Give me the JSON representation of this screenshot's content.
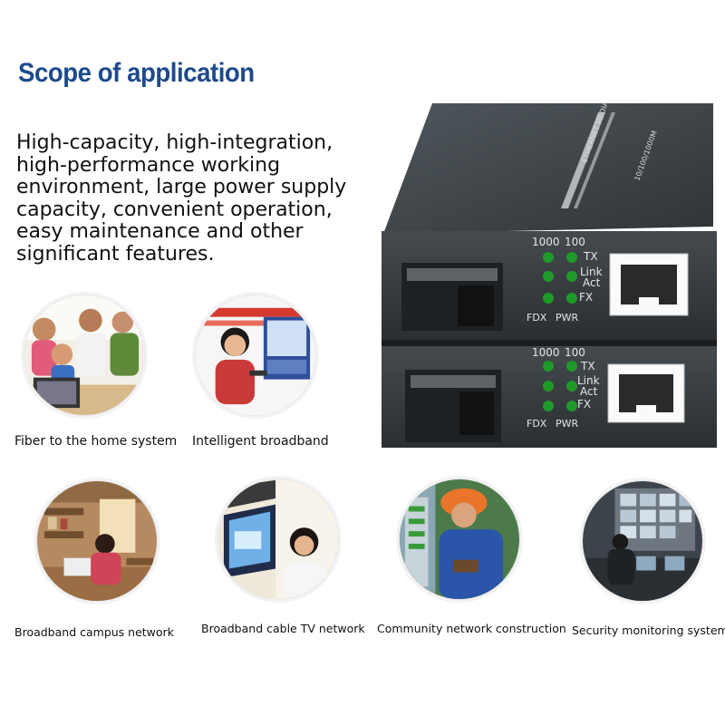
{
  "heading": "Scope of application",
  "description_lines": [
    "High-capacity, high-integration,",
    "high-performance working",
    "environment, large power supply",
    "capacity, convenient operation,",
    "easy maintenance and other",
    "significant features."
  ],
  "device": {
    "top_label": "ETHERNET MEDIA CONVERTER",
    "speed_label": "10/100/1000M",
    "units": [
      {
        "speed_1000": "1000",
        "speed_100": "100",
        "led_labels": [
          "TX",
          "Link",
          "Act",
          "FX"
        ],
        "fdx": "FDX",
        "pwr": "PWR"
      },
      {
        "speed_1000": "1000",
        "speed_100": "100",
        "led_labels": [
          "TX",
          "Link",
          "Act",
          "FX"
        ],
        "fdx": "FDX",
        "pwr": "PWR"
      }
    ]
  },
  "applications": [
    {
      "caption": "Fiber to the home system",
      "icon": "family-photo-icon"
    },
    {
      "caption": "Intelligent broadband",
      "icon": "woman-tv-photo-icon"
    },
    {
      "caption": "Broadband campus network",
      "icon": "campus-photo-icon"
    },
    {
      "caption": "Broadband cable TV network",
      "icon": "cable-tv-photo-icon"
    },
    {
      "caption": "Community network construction",
      "icon": "technician-photo-icon"
    },
    {
      "caption": "Security monitoring system",
      "icon": "monitoring-room-photo-icon"
    }
  ],
  "colors": {
    "heading": "#1d4a8c",
    "device_body": "#3e4448",
    "led_green": "#1f9a2a"
  }
}
